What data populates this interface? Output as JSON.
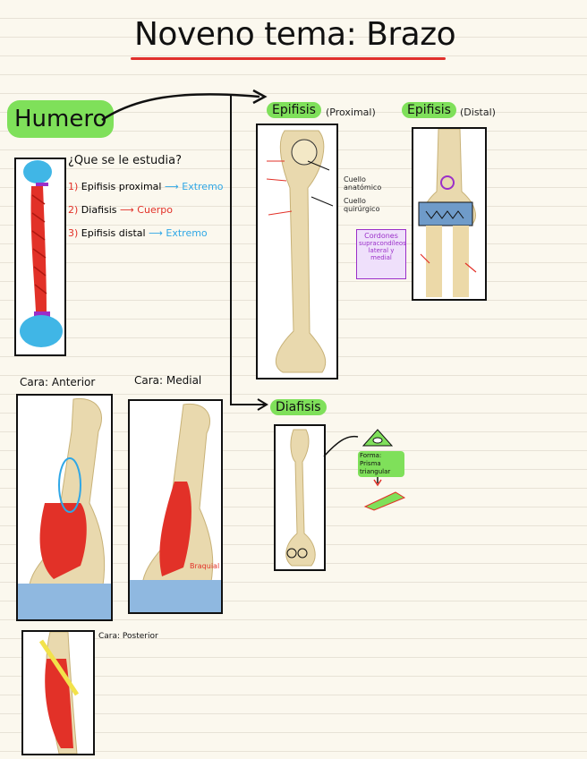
{
  "page": {
    "title": "Noveno tema: Brazo"
  },
  "humero": {
    "label": "Humero",
    "question": "¿Que se le estudia?",
    "items": [
      {
        "num": "1)",
        "text": "Epifisis proximal",
        "target": "Extremo"
      },
      {
        "num": "2)",
        "text": "Diafisis",
        "target": "Cuerpo"
      },
      {
        "num": "3)",
        "text": "Epifisis distal",
        "target": "Extremo"
      }
    ]
  },
  "epifisis_proximal": {
    "label": "Epifisis",
    "qualifier": "(Proximal)",
    "notes": [
      "Cuello anatómico",
      "Cuello quirúrgico"
    ],
    "box": [
      "Cordones",
      "supracondíleos",
      "lateral y medial"
    ]
  },
  "epifisis_distal": {
    "label": "Epifisis",
    "qualifier": "(Distal)"
  },
  "diafisis": {
    "label": "Diafisis",
    "note": "Forma: Prisma triangular"
  },
  "caras": {
    "anterior": "Cara: Anterior",
    "medial": "Cara: Medial",
    "posterior": "Cara: Posterior",
    "braquial": "Braquial"
  },
  "colors": {
    "accent_green": "#7fe05a",
    "title_underline": "#e0302c",
    "blue": "#2fa7e6",
    "red": "#e23128",
    "purple": "#9b2fc9"
  }
}
